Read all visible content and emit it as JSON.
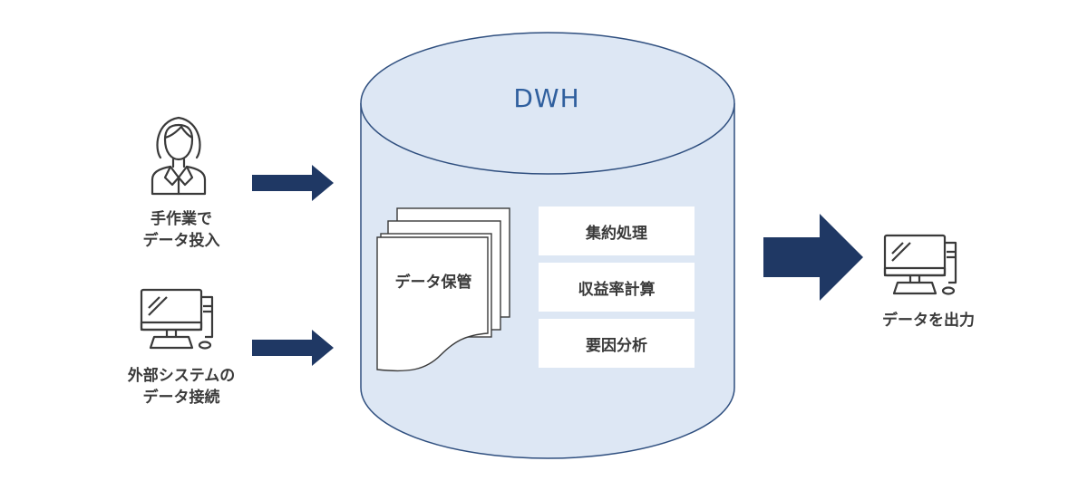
{
  "inputs": [
    {
      "icon": "person-icon",
      "label_lines": [
        "手作業で",
        "データ投入"
      ]
    },
    {
      "icon": "computer-icon",
      "label_lines": [
        "外部システムの",
        "データ接続"
      ]
    }
  ],
  "dwh": {
    "title": "DWH",
    "document_label": "データ保管",
    "processes": [
      "集約処理",
      "収益率計算",
      "要因分析"
    ]
  },
  "output": {
    "icon": "computer-icon",
    "label": "データを出力"
  },
  "colors": {
    "arrow": "#1f3864",
    "cylinder_fill": "#dde7f4",
    "cylinder_stroke": "#2f4f7f",
    "icon_stroke": "#3a3a3a"
  }
}
